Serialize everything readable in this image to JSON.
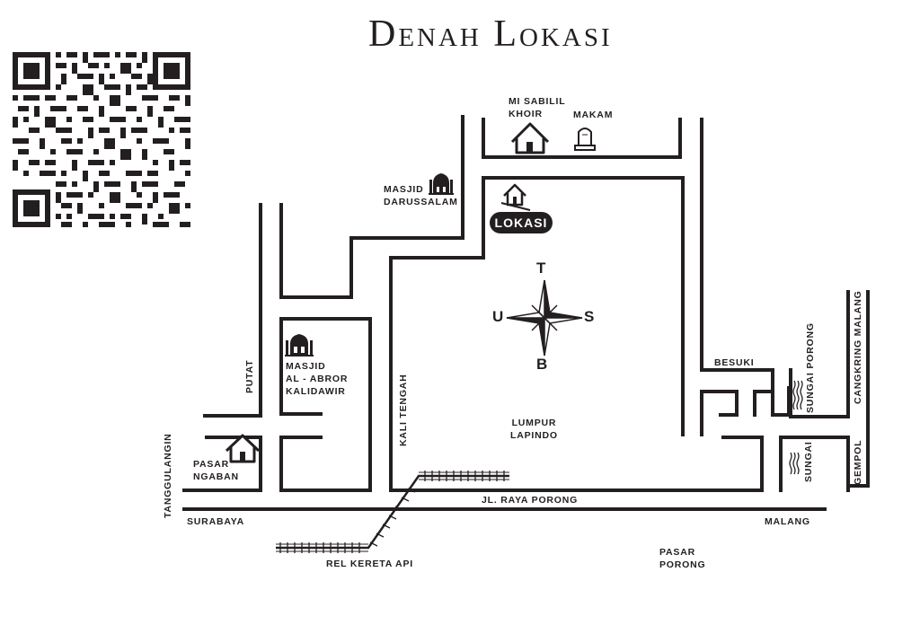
{
  "title": "Denah Lokasi",
  "location_badge": "LOKASI",
  "compass": {
    "north": "T",
    "south": "B",
    "west": "U",
    "east": "S"
  },
  "labels": {
    "mi_sabilil_khoir": [
      "MI SABILIL",
      "KHOIR"
    ],
    "makam": "MAKAM",
    "masjid_darussalam": [
      "MASJID",
      "DARUSSALAM"
    ],
    "masjid_al_abror": [
      "MASJID",
      "AL - ABROR",
      "KALIDAWIR"
    ],
    "putat": "PUTAT",
    "pasar_ngaban": [
      "PASAR",
      "NGABAN"
    ],
    "tanggulangin": "TANGGULANGIN",
    "kali_tengah": "KALI TENGAH",
    "lumpur_lapindo": [
      "LUMPUR",
      "LAPINDO"
    ],
    "besuki": "BESUKI",
    "sungai_porong": "SUNGAI PORONG",
    "cangkring_malang": "CANGKRING MALANG",
    "sungai": "SUNGAI",
    "gempol": "GEMPOL",
    "jl_raya_porong": "JL. RAYA  PORONG",
    "surabaya": "SURABAYA",
    "malang": "MALANG",
    "pasar_porong": [
      "PASAR",
      "PORONG"
    ],
    "rel_kereta_api": "REL KERETA API"
  },
  "colors": {
    "ink": "#231f20",
    "background": "#ffffff"
  },
  "icons": [
    "qr-code-icon",
    "house-icon",
    "mosque-icon",
    "grave-icon",
    "compass-rose-icon",
    "railway-track-icon",
    "river-waves-icon"
  ]
}
